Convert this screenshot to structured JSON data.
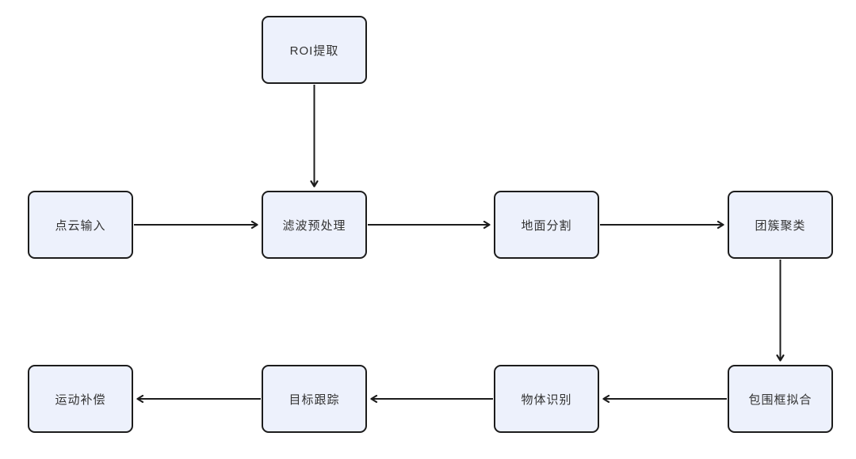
{
  "diagram": {
    "type": "flowchart",
    "nodes": [
      {
        "id": "roi-extraction",
        "label": "ROI提取"
      },
      {
        "id": "point-cloud-input",
        "label": "点云输入"
      },
      {
        "id": "filter-preprocessing",
        "label": "滤波预处理"
      },
      {
        "id": "ground-segmentation",
        "label": "地面分割"
      },
      {
        "id": "cluster-clustering",
        "label": "团簇聚类"
      },
      {
        "id": "bounding-box-fitting",
        "label": "包围框拟合"
      },
      {
        "id": "object-recognition",
        "label": "物体识别"
      },
      {
        "id": "target-tracking",
        "label": "目标跟踪"
      },
      {
        "id": "motion-compensation",
        "label": "运动补偿"
      }
    ],
    "edges": [
      {
        "from": "ROI提取",
        "to": "滤波预处理",
        "direction": "down"
      },
      {
        "from": "点云输入",
        "to": "滤波预处理",
        "direction": "right"
      },
      {
        "from": "滤波预处理",
        "to": "地面分割",
        "direction": "right"
      },
      {
        "from": "地面分割",
        "to": "团簇聚类",
        "direction": "right"
      },
      {
        "from": "团簇聚类",
        "to": "包围框拟合",
        "direction": "down"
      },
      {
        "from": "包围框拟合",
        "to": "物体识别",
        "direction": "left"
      },
      {
        "from": "物体识别",
        "to": "目标跟踪",
        "direction": "left"
      },
      {
        "from": "目标跟踪",
        "to": "运动补偿",
        "direction": "left"
      }
    ],
    "colors": {
      "node_fill": "#edf1fc",
      "node_border": "#1c1c1c",
      "arrow": "#1c1c1c",
      "text": "#333333",
      "background": "#ffffff"
    }
  }
}
